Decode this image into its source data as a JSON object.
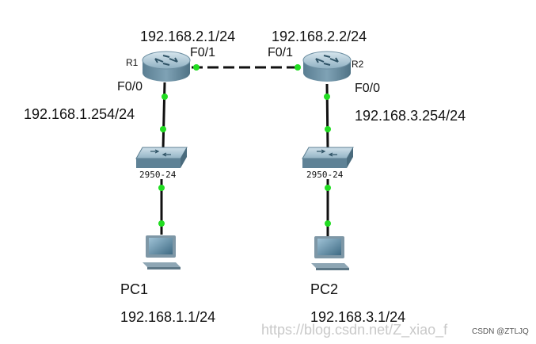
{
  "routers": {
    "r1": {
      "name": "R1",
      "wan_ip": "192.168.2.1/24",
      "wan_port": "F0/1",
      "lan_port": "F0/0",
      "lan_ip": "192.168.1.254/24"
    },
    "r2": {
      "name": "R2",
      "wan_ip": "192.168.2.2/24",
      "wan_port": "F0/1",
      "lan_port": "F0/0",
      "lan_ip": "192.168.3.254/24"
    }
  },
  "switches": {
    "s1": {
      "model": "2950-24"
    },
    "s2": {
      "model": "2950-24"
    }
  },
  "pcs": {
    "pc1": {
      "name": "PC1",
      "ip": "192.168.1.1/24"
    },
    "pc2": {
      "name": "PC2",
      "ip": "192.168.3.1/24"
    }
  },
  "watermark": {
    "url": "https://blog.csdn.net/Z_xiao_f",
    "credit": "CSDN @ZTLJQ"
  },
  "colors": {
    "link": "#111111",
    "link_up": "#22dd22",
    "router_body": "#6e93a8",
    "switch_body": "#6a8da0",
    "pc_screen": "#4f7d97"
  }
}
